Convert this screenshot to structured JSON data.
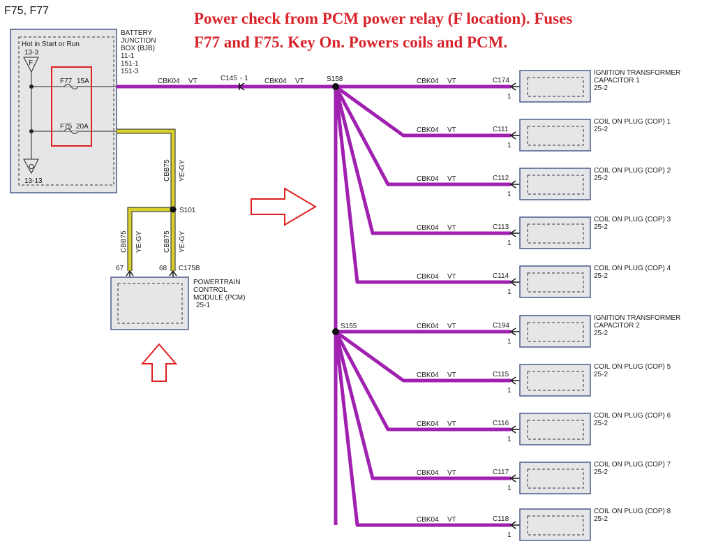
{
  "header": {
    "fuse_ids": "F75, F77"
  },
  "annotation": {
    "line1": "Power check from PCM power relay (F location). Fuses",
    "line2": "F77 and F75. Key On. Powers coils and PCM."
  },
  "bjb": {
    "name_lines": [
      "BATTERY",
      "JUNCTION",
      "BOX (BJB)",
      "11-1",
      "151-1",
      "151-3"
    ],
    "hot_label": "Hot in Start or Run",
    "terminal_top_ref": "13-3",
    "terminal_top_letter": "F",
    "terminal_bottom_letter": "O",
    "terminal_bottom_ref": "13-13",
    "fuse_f77_label": "F77",
    "fuse_f77_rating": "15A",
    "fuse_f75_label": "F75",
    "fuse_f75_rating": "20A"
  },
  "wires": {
    "cbk04": "CBK04",
    "vt": "VT",
    "cbb75": "CBB75",
    "yegy": "YE-GY"
  },
  "connectors": {
    "c145": "C145",
    "c145_pin": "- 1",
    "s158": "S158",
    "s155": "S155",
    "s101": "S101",
    "pcm_pin_67": "67",
    "pcm_pin_68": "68",
    "c175b": "C175B"
  },
  "pcm": {
    "name_lines": [
      "POWERTRAIN",
      "CONTROL",
      "MODULE (PCM)",
      "25-1"
    ]
  },
  "components": [
    {
      "connector": "C174",
      "pin": "1",
      "name_lines": [
        "IGNITION TRANSFORMER",
        "CAPACITOR 1",
        "25-2"
      ]
    },
    {
      "connector": "C111",
      "pin": "1",
      "name_lines": [
        "COIL ON PLUG (COP) 1",
        "25-2"
      ]
    },
    {
      "connector": "C112",
      "pin": "1",
      "name_lines": [
        "COIL ON PLUG (COP) 2",
        "25-2"
      ]
    },
    {
      "connector": "C113",
      "pin": "1",
      "name_lines": [
        "COIL ON PLUG (COP) 3",
        "25-2"
      ]
    },
    {
      "connector": "C114",
      "pin": "1",
      "name_lines": [
        "COIL ON PLUG (COP) 4",
        "25-2"
      ]
    },
    {
      "connector": "C194",
      "pin": "1",
      "name_lines": [
        "IGNITION TRANSFORMER",
        "CAPACITOR 2",
        "25-2"
      ]
    },
    {
      "connector": "C115",
      "pin": "1",
      "name_lines": [
        "COIL ON PLUG (COP) 5",
        "25-2"
      ]
    },
    {
      "connector": "C116",
      "pin": "1",
      "name_lines": [
        "COIL ON PLUG (COP) 6",
        "25-2"
      ]
    },
    {
      "connector": "C117",
      "pin": "1",
      "name_lines": [
        "COIL ON PLUG (COP) 7",
        "25-2"
      ]
    },
    {
      "connector": "C118",
      "pin": "1",
      "name_lines": [
        "COIL ON PLUG (COP) 8",
        "25-2"
      ]
    }
  ],
  "colors": {
    "violet_wire": "#a020b0",
    "yellow_wire": "#d8d030",
    "annotation_red": "#d8232a",
    "component_fill": "#e6e6e8",
    "component_border": "#4a5a8a"
  }
}
